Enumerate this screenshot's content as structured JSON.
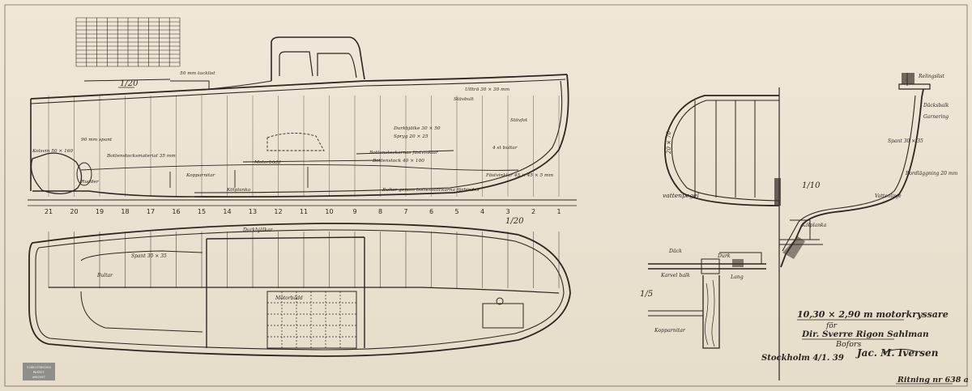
{
  "sheet": {
    "title_main": "10,30 × 2,90 m motorkryssare",
    "title_for": "för",
    "title_owner": "Dir. Sverre Rigon Sahlman",
    "title_place": "Bofors",
    "date_place": "Stockholm 4/1. 39",
    "signature": "Jac. M. Iversen",
    "drawing_number": "Ritning nr 638 a",
    "stamp_lines": [
      "SJÖHISTORISKA",
      "MUSEET",
      "ARKIVET"
    ]
  },
  "scales": {
    "profile": "1/20",
    "plan": "1/20",
    "section": "1/10",
    "detail": "1/5"
  },
  "station_numbers": [
    "21",
    "20",
    "19",
    "18",
    "17",
    "16",
    "15",
    "14",
    "13",
    "12",
    "11",
    "10",
    "9",
    "8",
    "7",
    "6",
    "5",
    "4",
    "3",
    "2",
    "1"
  ],
  "profile_notes": [
    "50 mm tacklist",
    "90 mm spant",
    "Bottenstocksmaterial 35 mm",
    "Kolsvin 50 × 160",
    "Fästvinklar 45 × 45 × 5 mm",
    "Bultar genom bottenstockarna förbindes",
    "Stävbult",
    "Ullträ 30 × 30 mm",
    "Durkbjälke 30 × 50",
    "Spryg 20 × 25",
    "Bottenstockarnas fästvinklar",
    "4 st bultar",
    "Motorbädd",
    "Kopparnitar",
    "Rudder",
    "Kölplanka",
    "Stävfot",
    "Bottenstock 40 × 100"
  ],
  "section_labels": [
    "Relingslist",
    "Däcksbalk",
    "Bordläggning 20 mm",
    "Spant 30 × 35",
    "Kölplanka",
    "Garnering",
    "Vattenlinje"
  ],
  "detail_labels": [
    "Däck",
    "Durk",
    "Karvel balk",
    "Lang",
    "Kopparnitar"
  ],
  "plan_notes": [
    "Durkbjälkar",
    "Spant 30 × 35",
    "Bultar",
    "Motorbädd"
  ]
}
